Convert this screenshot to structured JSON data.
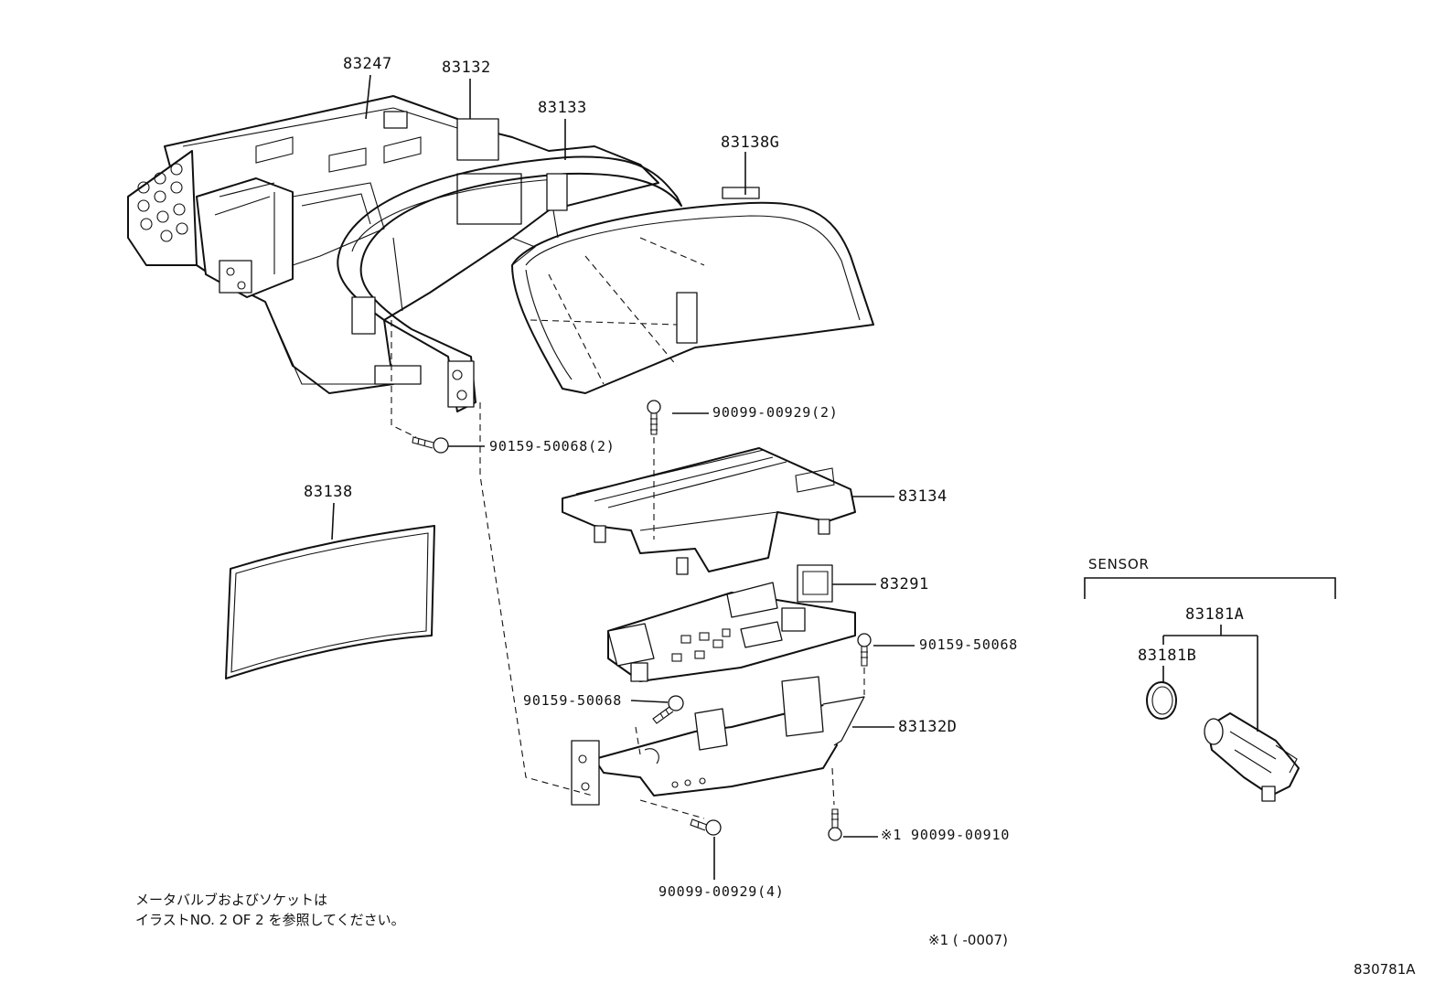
{
  "parts": {
    "p83247": "83247",
    "p83132": "83132",
    "p83133": "83133",
    "p83138G": "83138G",
    "p90099_00929_2": "90099-00929(2)",
    "p90159_50068_2": "90159-50068(2)",
    "p83138": "83138",
    "p83134": "83134",
    "p83291": "83291",
    "p90159_50068_a": "90159-50068",
    "p90159_50068_b": "90159-50068",
    "p83132D": "83132D",
    "p90099_00910": "※1 90099-00910",
    "p90099_00929_4": "90099-00929(4)"
  },
  "sensor": {
    "title": "SENSOR",
    "p83181A": "83181A",
    "p83181B": "83181B"
  },
  "notes": {
    "line1": "メータバルブおよびソケットは",
    "line2": "イラストNO. 2  OF  2  を参照してください。",
    "footnote": "※1 (      -0007)"
  },
  "illustration_id": "830781A"
}
